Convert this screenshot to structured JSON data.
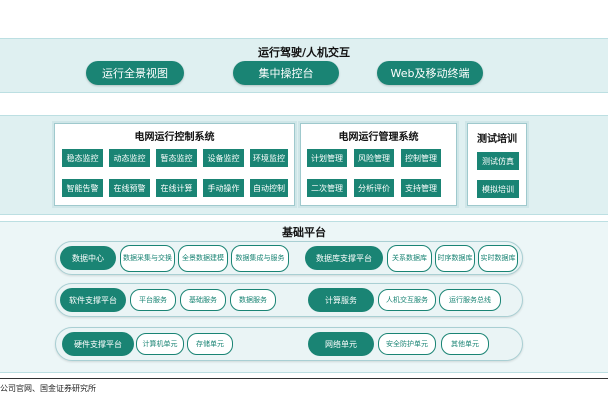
{
  "top_layer": {
    "title": "运行驾驶/人机交互",
    "buttons": [
      "运行全景视图",
      "集中操控台",
      "Web及移动终端"
    ]
  },
  "control_system": {
    "title": "电网运行控制系统",
    "row1": [
      "稳态监控",
      "动态监控",
      "暂态监控",
      "设备监控",
      "环境监控"
    ],
    "row2": [
      "智能告警",
      "在线预警",
      "在线计算",
      "手动操作",
      "自动控制"
    ]
  },
  "management_system": {
    "title": "电网运行管理系统",
    "row1": [
      "计划管理",
      "风险管理",
      "控制管理"
    ],
    "row2": [
      "二次管理",
      "分析评价",
      "支持管理"
    ]
  },
  "training": {
    "title": "测试培训",
    "items": [
      "测试仿真",
      "模拟培训"
    ]
  },
  "platform": {
    "title": "基础平台",
    "data_center": {
      "label": "数据中心",
      "items": [
        "数据采集与交换",
        "全景数据建模",
        "数据集成与服务"
      ]
    },
    "db_support": {
      "label": "数据库支撑平台",
      "items": [
        "关系数据库",
        "时序数据库",
        "实时数据库"
      ]
    },
    "software_support": {
      "label": "软件支撑平台",
      "items": [
        "平台服务",
        "基础服务",
        "数据服务"
      ]
    },
    "compute_service": {
      "label": "计算服务",
      "items": [
        "人机交互服务",
        "运行服务总线"
      ]
    },
    "hardware_support": {
      "label": "硬件支撑平台",
      "items": [
        "计算机单元",
        "存储单元"
      ]
    },
    "network_unit": {
      "label": "网络单元",
      "items": [
        "安全防护单元",
        "其他单元"
      ]
    }
  },
  "source": "公司官网、国金证券研究所",
  "colors": {
    "primary": "#1a8474",
    "band": "#dff0f1"
  }
}
